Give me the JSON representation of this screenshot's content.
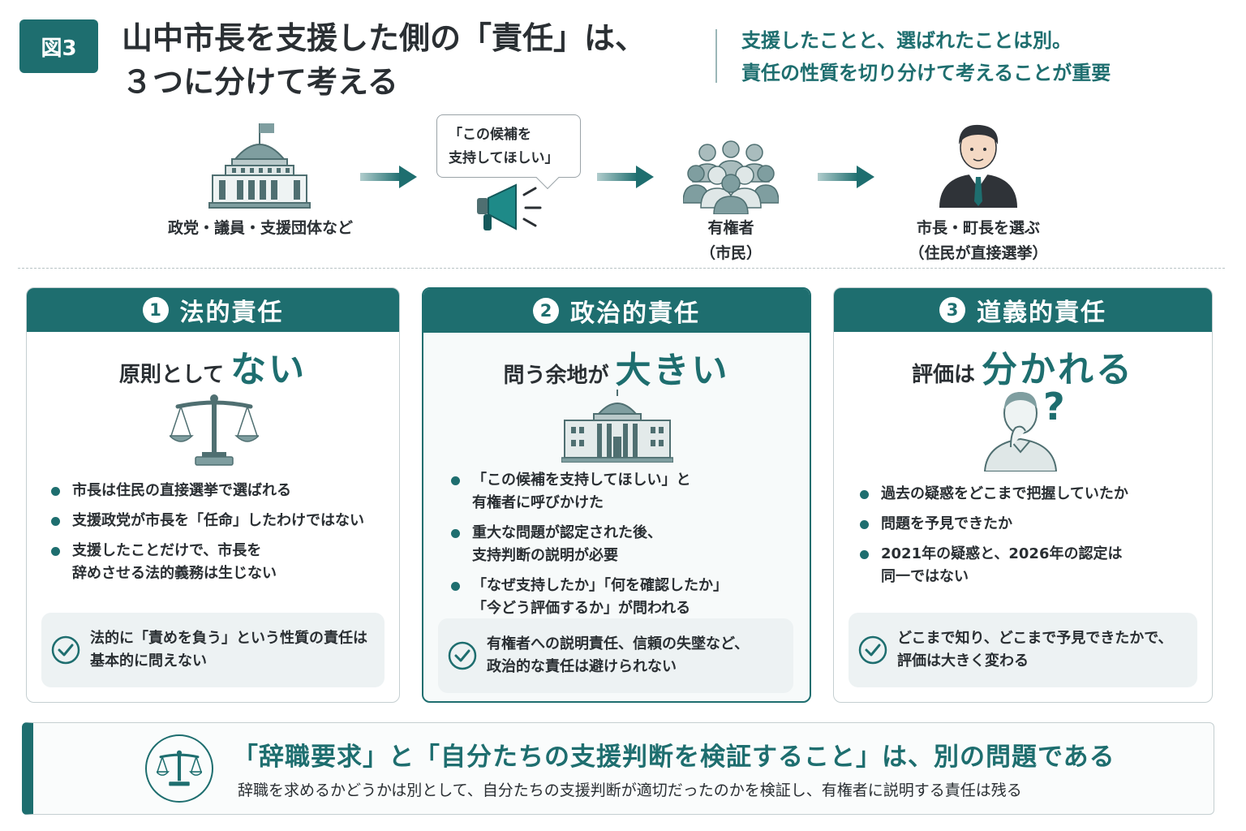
{
  "header": {
    "badge": "図3",
    "title_line1": "山中市長を支援した側の「責任」は、",
    "title_line2": "３つに分けて考える",
    "subtitle_line1": "支援したことと、選ばれたことは別。",
    "subtitle_line2": "責任の性質を切り分けて考えることが重要"
  },
  "flow": {
    "step1_label": "政党・議員・支援団体など",
    "speech_line1": "「この候補を",
    "speech_line2": "支持してほしい」",
    "step3_label_line1": "有権者",
    "step3_label_line2": "（市民）",
    "step4_label_line1": "市長・町長を選ぶ",
    "step4_label_line2": "（住民が直接選挙）"
  },
  "cards": [
    {
      "number": "1",
      "heading": "法的責任",
      "sub_small": "原則として",
      "sub_big": "ない",
      "icon": "scales-icon",
      "bullets": [
        {
          "l1": "市長は住民の直接選挙で選ばれる",
          "l2": ""
        },
        {
          "l1": "支援政党が市長を「任命」したわけではない",
          "l2": ""
        },
        {
          "l1": "支援したことだけで、市長を",
          "l2": "辞めさせる法的義務は生じない"
        }
      ],
      "note_l1": "法的に「責めを負う」という性質の責任は",
      "note_l2": "基本的に問えない"
    },
    {
      "number": "2",
      "heading": "政治的責任",
      "sub_small": "問う余地が",
      "sub_big": "大きい",
      "icon": "government-building-icon",
      "bullets": [
        {
          "l1": "「この候補を支持してほしい」と",
          "l2": "有権者に呼びかけた"
        },
        {
          "l1": "重大な問題が認定された後、",
          "l2": "支持判断の説明が必要"
        },
        {
          "l1": "「なぜ支持したか」「何を確認したか」",
          "l2": "「今どう評価するか」が問われる"
        }
      ],
      "note_l1": "有権者への説明責任、信頼の失墜など、",
      "note_l2": "政治的な責任は避けられない"
    },
    {
      "number": "3",
      "heading": "道義的責任",
      "sub_small": "評価は",
      "sub_big": "分かれる",
      "icon": "thinking-person-icon",
      "bullets": [
        {
          "l1": "過去の疑惑をどこまで把握していたか",
          "l2": ""
        },
        {
          "l1": "問題を予見できたか",
          "l2": ""
        },
        {
          "l1": "2021年の疑惑と、2026年の認定は",
          "l2": "同一ではない"
        }
      ],
      "note_l1": "どこまで知り、どこまで予見できたかで、",
      "note_l2": "評価は大きく変わる"
    }
  ],
  "banner": {
    "title": "「辞職要求」と「自分たちの支援判断を検証すること」は、別の問題である",
    "text": "辞職を求めるかどうかは別として、自分たちの支援判断が適切だったのかを検証し、有権者に説明する責任は残る"
  },
  "colors": {
    "accent": "#1e6e6f",
    "icon_fill": "#7f9ea0",
    "text": "#2a2f33"
  }
}
